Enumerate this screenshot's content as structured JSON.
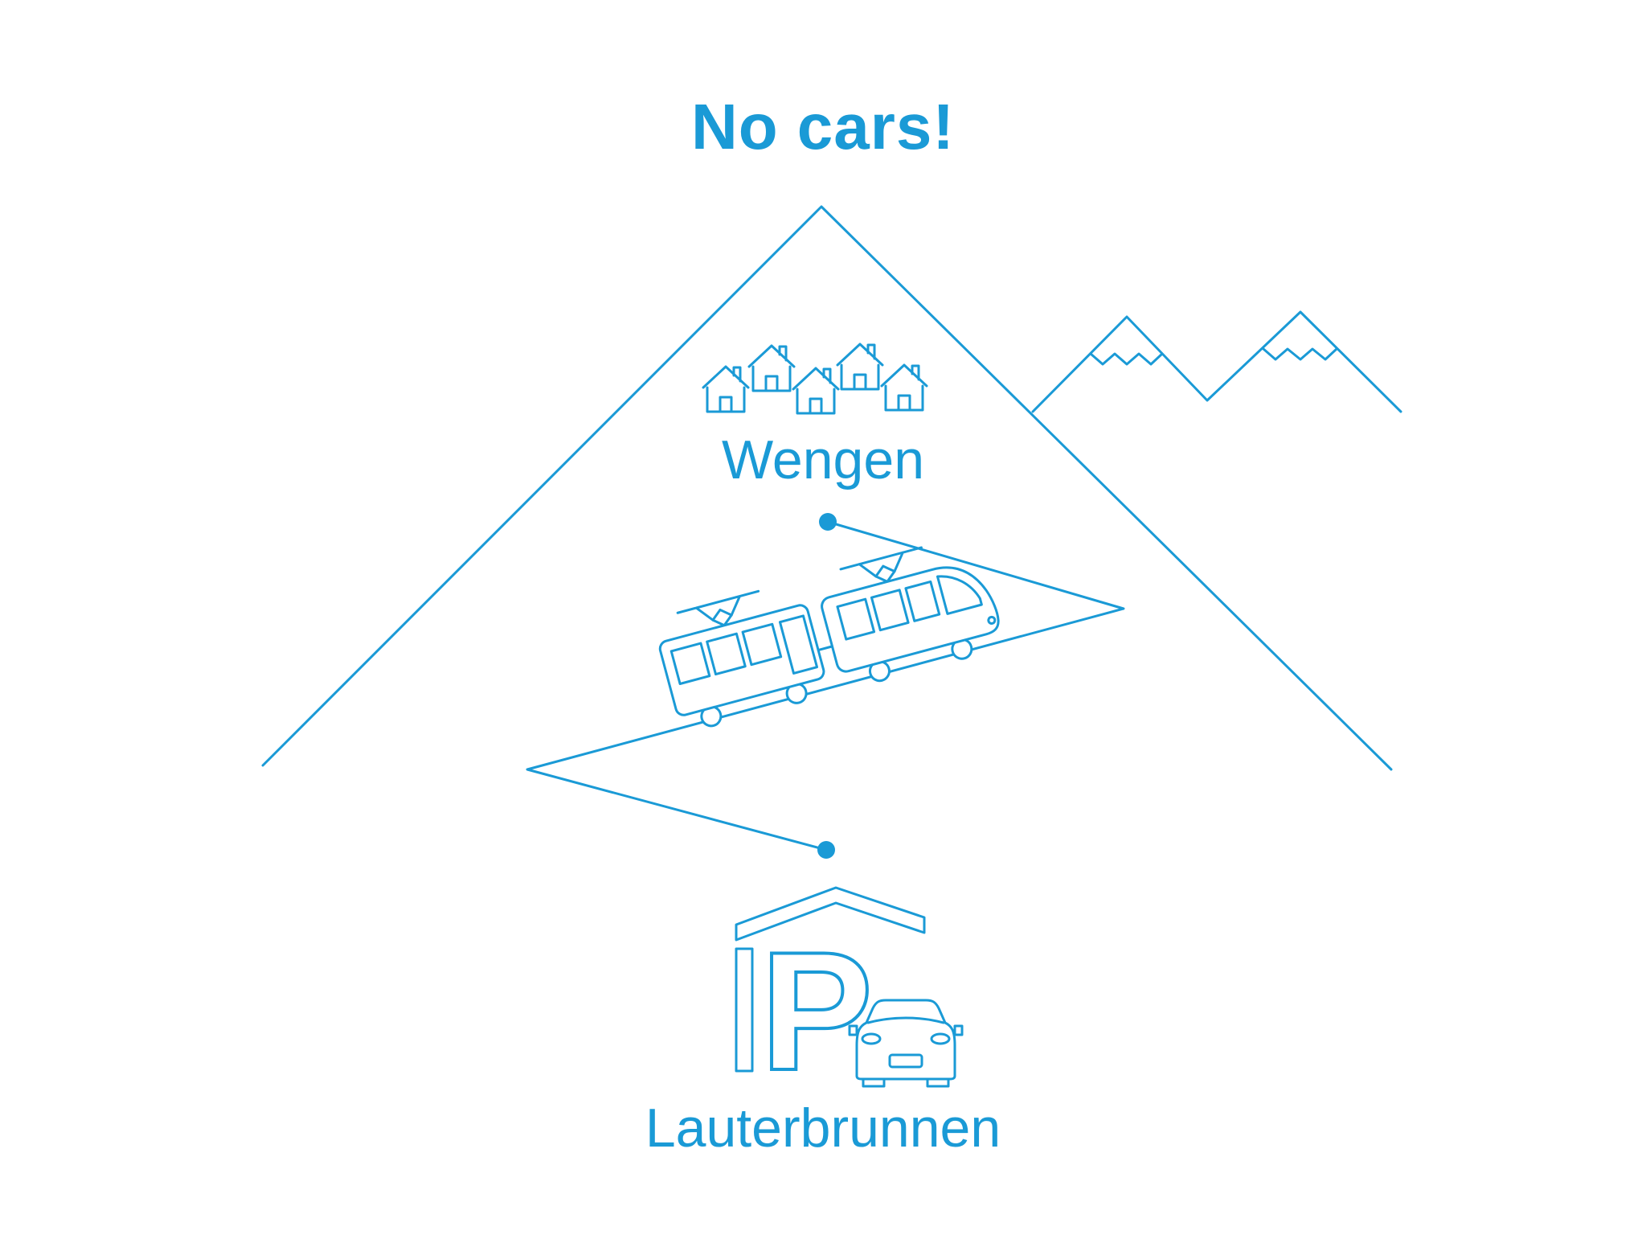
{
  "accent_color": "#1a9ad6",
  "background_color": "#ffffff",
  "title": "No cars!",
  "stations": {
    "top": "Wengen",
    "bottom": "Lauterbrunnen"
  },
  "parking": {
    "letter": "P"
  },
  "icons": [
    "main-mountain-icon",
    "snowcapped-peaks-icon",
    "village-houses-icon",
    "route-dot-upper",
    "route-dot-lower",
    "cog-railway-train-icon",
    "parking-garage-icon",
    "car-icon"
  ]
}
